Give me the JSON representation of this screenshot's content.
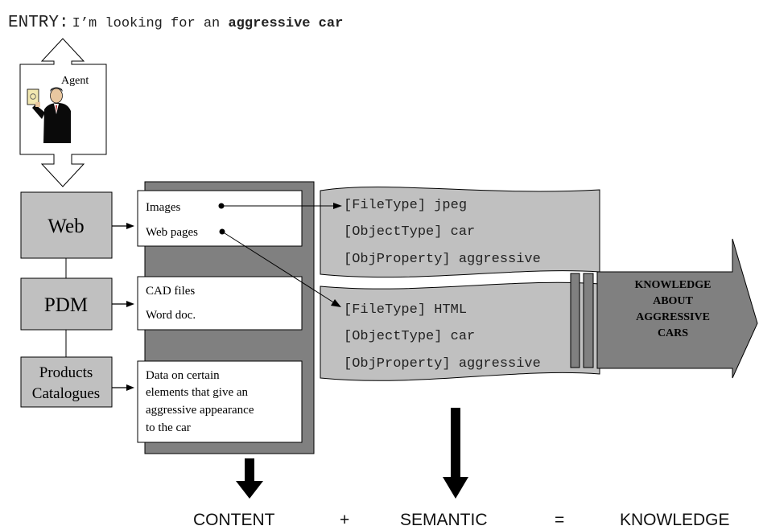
{
  "entry": {
    "prefix": "ENTRY:",
    "query_plain": "I’m looking for an ",
    "query_bold": "aggressive car"
  },
  "agent": {
    "label": "Agent"
  },
  "sources": [
    {
      "label_lines": [
        "Web"
      ]
    },
    {
      "label_lines": [
        "PDM"
      ]
    },
    {
      "label_lines": [
        "Products",
        "Catalogues"
      ]
    }
  ],
  "content_boxes": [
    {
      "lines": [
        "Images",
        "Web pages"
      ]
    },
    {
      "lines": [
        "CAD files",
        "Word doc."
      ]
    },
    {
      "lines": [
        "Data on certain",
        "elements that give an",
        "aggressive appearance",
        "to the car"
      ]
    }
  ],
  "semantic_records": [
    {
      "lines": [
        "[FileType] jpeg",
        "[ObjectType] car",
        "[ObjProperty] aggressive"
      ]
    },
    {
      "lines": [
        "[FileType] HTML",
        "[ObjectType] car",
        "[ObjProperty] aggressive"
      ]
    }
  ],
  "knowledge_arrow": {
    "lines": [
      "KNOWLEDGE",
      "ABOUT",
      "AGGRESSIVE",
      "CARS"
    ]
  },
  "equation": {
    "content": "CONTENT",
    "plus": "+",
    "semantic": "SEMANTIC",
    "equals": "=",
    "knowledge": "KNOWLEDGE"
  }
}
